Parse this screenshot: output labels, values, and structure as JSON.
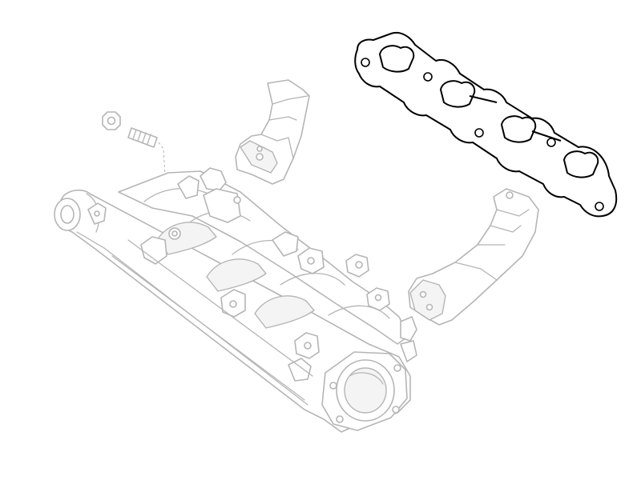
{
  "diagram": {
    "type": "exploded-parts-view",
    "highlight_color": "#000000",
    "ghost_color": "#b5b5b5",
    "background_color": "#ffffff",
    "parts": [
      {
        "name": "intake-manifold",
        "highlighted": false
      },
      {
        "name": "manifold-gasket",
        "highlighted": true
      },
      {
        "name": "support-bracket-upper",
        "highlighted": false
      },
      {
        "name": "support-bracket-lower",
        "highlighted": false
      },
      {
        "name": "stud",
        "highlighted": false
      },
      {
        "name": "nut",
        "highlighted": false
      }
    ]
  }
}
